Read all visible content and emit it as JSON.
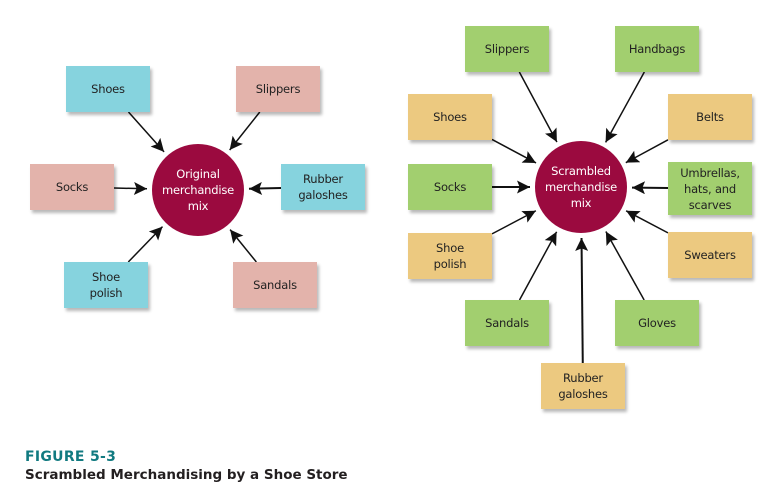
{
  "colors": {
    "blue": "#86d3de",
    "pink": "#e3b3ab",
    "green": "#a2cf6f",
    "tan": "#ecc980",
    "hub": "#9b0a3f",
    "arrow": "#111111",
    "figure_label": "#117a80"
  },
  "original": {
    "hub_label": "Original\nmerchandise\nmix",
    "items": [
      {
        "id": "shoes",
        "label": "Shoes",
        "color": "blue"
      },
      {
        "id": "slippers",
        "label": "Slippers",
        "color": "pink"
      },
      {
        "id": "socks",
        "label": "Socks",
        "color": "pink"
      },
      {
        "id": "rubber-galoshes",
        "label": "Rubber\ngaloshes",
        "color": "blue"
      },
      {
        "id": "shoe-polish",
        "label": "Shoe\npolish",
        "color": "blue"
      },
      {
        "id": "sandals",
        "label": "Sandals",
        "color": "pink"
      }
    ]
  },
  "scrambled": {
    "hub_label": "Scrambled\nmerchandise\nmix",
    "items": [
      {
        "id": "slippers",
        "label": "Slippers",
        "color": "green"
      },
      {
        "id": "handbags",
        "label": "Handbags",
        "color": "green"
      },
      {
        "id": "shoes",
        "label": "Shoes",
        "color": "tan"
      },
      {
        "id": "belts",
        "label": "Belts",
        "color": "tan"
      },
      {
        "id": "socks",
        "label": "Socks",
        "color": "green"
      },
      {
        "id": "umbrellas-hats-scarves",
        "label": "Umbrellas,\nhats, and\nscarves",
        "color": "green"
      },
      {
        "id": "shoe-polish",
        "label": "Shoe\npolish",
        "color": "tan"
      },
      {
        "id": "sweaters",
        "label": "Sweaters",
        "color": "tan"
      },
      {
        "id": "sandals",
        "label": "Sandals",
        "color": "green"
      },
      {
        "id": "gloves",
        "label": "Gloves",
        "color": "green"
      },
      {
        "id": "rubber-galoshes",
        "label": "Rubber\ngaloshes",
        "color": "tan"
      }
    ]
  },
  "figure": {
    "label": "FIGURE 5-3",
    "title": "Scrambled Merchandising by a Shoe Store"
  }
}
